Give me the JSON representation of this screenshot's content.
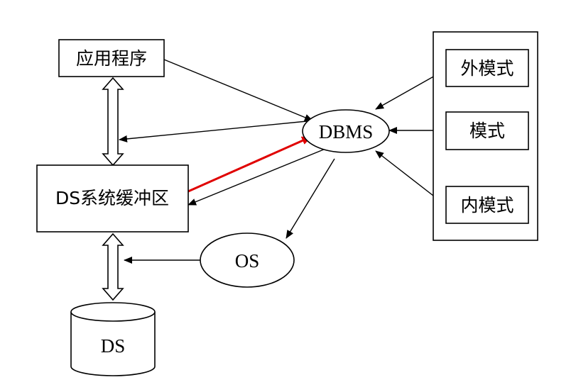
{
  "nodes": {
    "app": "应用程序",
    "buffer": "DS系统缓冲区",
    "ds": "DS",
    "os": "OS",
    "dbms": "DBMS",
    "external_schema": "外模式",
    "schema": "模式",
    "internal_schema": "内模式"
  },
  "colors": {
    "line": "#000000",
    "highlight_edge": "#e00000",
    "background": "#ffffff"
  }
}
